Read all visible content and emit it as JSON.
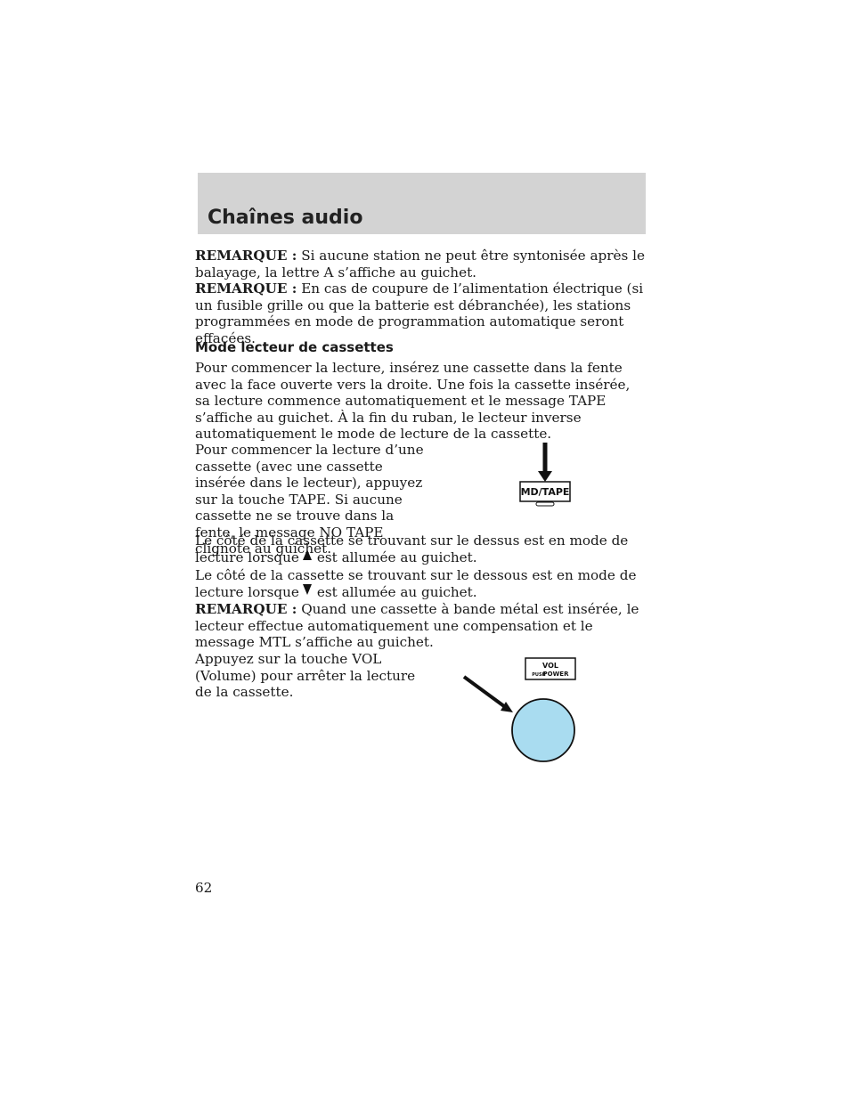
{
  "header": {
    "title": "Chaînes audio"
  },
  "notes": {
    "note1_label": "REMARQUE :",
    "note1_text": "Si aucune station ne peut être syntonisée après le balayage, la lettre A s’affiche au guichet.",
    "note2_label": "REMARQUE :",
    "note2_text": "En cas de coupure de l’alimentation électrique (si un fusible grille ou que la batterie est débranchée), les stations programmées en mode de programmation automatique seront effacées."
  },
  "section": {
    "title": "Mode lecteur de cassettes",
    "para1": "Pour commencer la lecture, insérez une cassette dans la fente avec la face ouverte vers la droite. Une fois la cassette insérée, sa lecture commence automatiquement et le message TAPE s’affiche au guichet. À la fin du ruban, le lecteur inverse automatiquement le mode de lecture de la cassette.",
    "para2": "Pour commencer la lecture d’une cassette (avec une cassette insérée dans le lecteur), appuyez sur la touche TAPE. Si aucune cassette ne se trouve dans la fente, le message NO TAPE clignote au guichet.",
    "para3_a": "Le côté de la cassette se trouvant sur le dessus est en mode de lecture lorsque",
    "para3_b": "est allumée au guichet.",
    "para4_a": "Le côté de la cassette se trouvant sur le dessous est en mode de lecture lorsque",
    "para4_b": "est allumée au guichet.",
    "note3_label": "REMARQUE :",
    "note3_text": "Quand une cassette à bande métal est insérée, le lecteur effectue automatiquement une compensation et le message MTL s’affiche au guichet.",
    "para5": "Appuyez sur la touche VOL (Volume) pour arrêter la lecture de la cassette."
  },
  "figures": {
    "tape_button_label": "MD/TAPE",
    "vol_label": "VOL",
    "push_label": "PUSH",
    "power_label": "POWER"
  },
  "page_number": "62"
}
